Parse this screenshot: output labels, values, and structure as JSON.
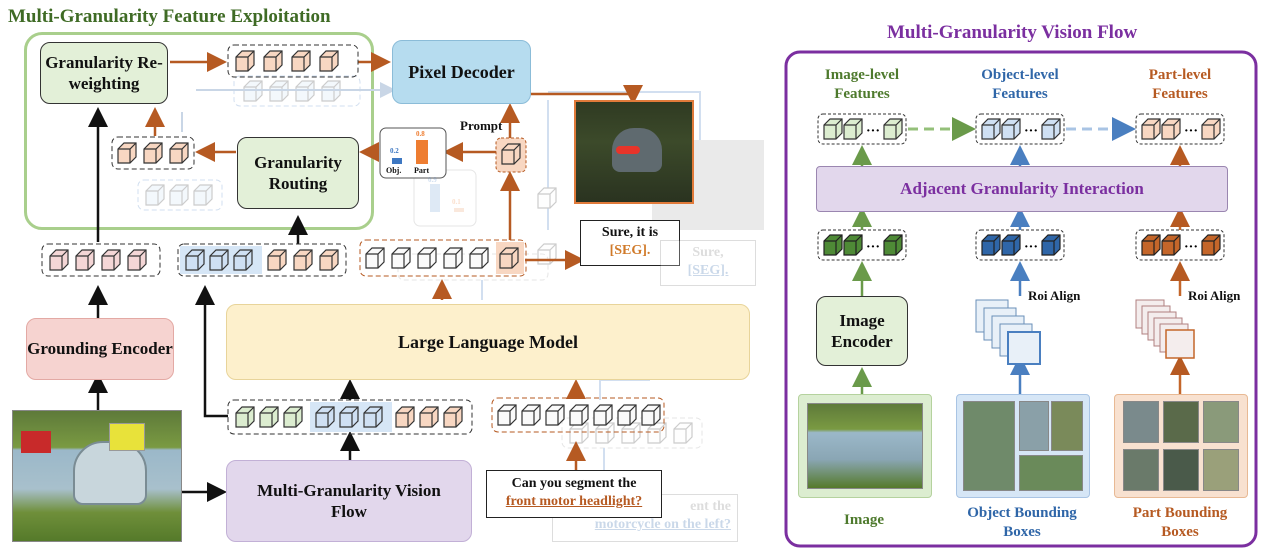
{
  "left": {
    "title": "Multi-Granularity Feature Exploitation",
    "granularity_reweighting": "Granularity Re-weighting",
    "granularity_routing": "Granularity Routing",
    "pixel_decoder": "Pixel Decoder",
    "prompt_label": "Prompt",
    "bar_obj_value": "0.2",
    "bar_part_value": "0.8",
    "bar_obj_label": "Obj.",
    "bar_part_label": "Part",
    "ghost_bar_obj_value": "0.9",
    "ghost_bar_part_value": "0.1",
    "grounding_encoder": "Grounding Encoder",
    "llm": "Large Language Model",
    "mg_vision_flow": "Multi-Granularity Vision Flow",
    "answer_prefix": "Sure, it is",
    "answer_seg": "[SEG].",
    "ghost_answer_prefix": "Sure,",
    "ghost_answer_seg": "[SEG].",
    "question_prefix": "Can you segment the",
    "question_target": "front motor headlight?",
    "ghost_question_prefix": "ent the",
    "ghost_question_target": "motorcycle on the left?"
  },
  "right": {
    "title": "Multi-Granularity Vision Flow",
    "image_level_features": "Image-level Features",
    "object_level_features": "Object-level Features",
    "part_level_features": "Part-level Features",
    "adjacent_interaction": "Adjacent Granularity Interaction",
    "roi_align_1": "Roi Align",
    "roi_align_2": "Roi Align",
    "image_encoder": "Image Encoder",
    "caption_image": "Image",
    "caption_object": "Object Bounding Boxes",
    "caption_part": "Part Bounding Boxes"
  },
  "colors": {
    "green": "#4e7a2d",
    "blue": "#2f66a8",
    "orange": "#b65a22",
    "purple": "#7b2fa0",
    "grey": "#444444"
  }
}
